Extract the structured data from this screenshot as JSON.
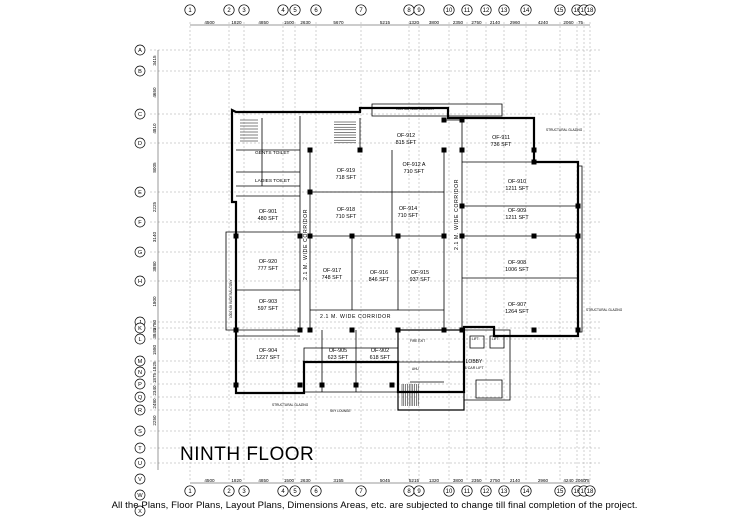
{
  "drawing": {
    "title": "NINTH FLOOR",
    "disclaimer": "All the Plans, Floor Plans, Layout Plans, Dimensions Areas, etc. are subjected to change till final completion of the project.",
    "column_grid": [
      "1",
      "2",
      "3",
      "4",
      "5",
      "6",
      "7",
      "8",
      "9",
      "10",
      "11",
      "12",
      "13",
      "14",
      "15",
      "16",
      "17",
      "18"
    ],
    "column_dims_top": [
      "4500",
      "1820",
      "4850",
      "1500",
      "2630",
      "5670",
      "5215",
      "1320",
      "3800",
      "2350",
      "2750",
      "2140",
      "2960",
      "4240",
      "2060",
      "75"
    ],
    "column_dims_bottom": [
      "4500",
      "1820",
      "4850",
      "1500",
      "2630",
      "3155",
      "5045",
      "5215",
      "1320",
      "3800",
      "2350",
      "2750",
      "2140",
      "2960",
      "4240",
      "2060",
      "75"
    ],
    "row_grid": [
      "A",
      "B",
      "C",
      "D",
      "E",
      "F",
      "G",
      "H",
      "J",
      "K",
      "L",
      "M",
      "N",
      "P",
      "Q",
      "R",
      "S",
      "T",
      "U",
      "V",
      "W",
      "X",
      "Y"
    ],
    "row_dims": [
      "3415",
      "4650",
      "4810",
      "8005",
      "2225",
      "3140",
      "3880",
      "1800",
      "3780",
      "3845",
      "1580",
      "1825",
      "1875",
      "2340",
      "2480",
      "2250"
    ]
  },
  "offices": [
    {
      "name": "OF-912",
      "area": "815 SFT"
    },
    {
      "name": "OF-911",
      "area": "736 SFT"
    },
    {
      "name": "OF-919",
      "area": "718 SFT"
    },
    {
      "name": "OF-912 A",
      "area": "710 SFT"
    },
    {
      "name": "OF-910",
      "area": "1211 SFT"
    },
    {
      "name": "OF-901",
      "area": "480 SFT"
    },
    {
      "name": "OF-918",
      "area": "710 SFT"
    },
    {
      "name": "OF-914",
      "area": "710 SFT"
    },
    {
      "name": "OF-909",
      "area": "1211 SFT"
    },
    {
      "name": "OF-920",
      "area": "777 SFT"
    },
    {
      "name": "OF-917",
      "area": "748 SFT"
    },
    {
      "name": "OF-916",
      "area": "846 SFT"
    },
    {
      "name": "OF-915",
      "area": "937 SFT"
    },
    {
      "name": "OF-908",
      "area": "1006 SFT"
    },
    {
      "name": "OF-903",
      "area": "597 SFT"
    },
    {
      "name": "OF-907",
      "area": "1264 SFT"
    },
    {
      "name": "OF-904",
      "area": "1227 SFT"
    },
    {
      "name": "OF-905",
      "area": "623 SFT"
    },
    {
      "name": "OF-902",
      "area": "618 SFT"
    }
  ],
  "labels": {
    "gents_toilet": "GENTS TOILET",
    "ladies_toilet": "LADIES TOILET",
    "corridor_h": "2.1 M. WIDE CORRIDOR",
    "corridor_v1": "2.1 M. WIDE CORRIDOR",
    "corridor_v2": "2.1 M. WIDE CORRIDOR",
    "lobby": "LOBBY",
    "lobby_sub": "& CAR LIFT",
    "balcony_top": "1000 MM WIDE BALCONY",
    "balcony_left": "1000 MM WIDE BALCONY",
    "structural_glazing": "STRUCTURAL GLAZING",
    "fire_exit": "FIRE EXIT",
    "sky_lounge": "SKY LOUNGE",
    "lift": "LIFT",
    "ahu": "AHU"
  }
}
